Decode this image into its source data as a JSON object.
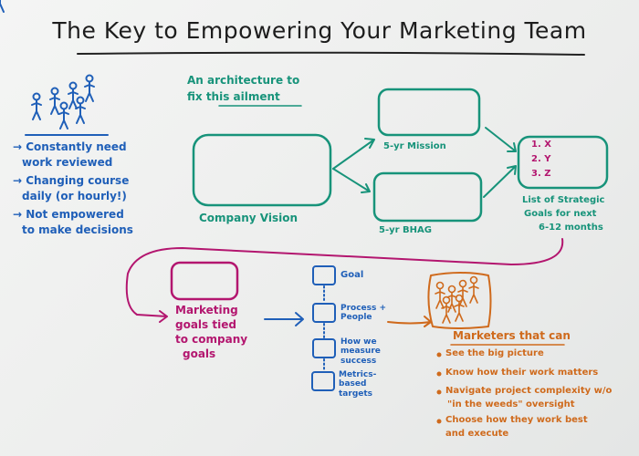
{
  "title": "The Key to Empowering Your Marketing Team",
  "colors": {
    "teal": "#17937a",
    "blue": "#1f5fb8",
    "magenta": "#b3166f",
    "orange": "#cf6a1c",
    "black": "#1d1d1d"
  },
  "problems": {
    "icon": "stick-figure-group-icon",
    "items": [
      "→ Constantly need",
      "work reviewed",
      "→ Changing course",
      "daily (or hourly!)",
      "→ Not empowered",
      "to make decisions"
    ]
  },
  "architecture": {
    "heading": [
      "An architecture to",
      "fix this ailment"
    ],
    "vision_label": "Company Vision",
    "mission_label": "5-yr Mission",
    "bhag_label": "5-yr BHAG",
    "goals_list": [
      "1. X",
      "2. Y",
      "3. Z"
    ],
    "goals_caption": [
      "List of Strategic",
      "Goals for next",
      "6-12 months"
    ]
  },
  "marketing": {
    "caption": [
      "Marketing",
      "goals tied",
      "to company",
      "goals"
    ],
    "steps": [
      "Goal",
      "Process + People",
      "How we measure success",
      "Metrics-based targets"
    ]
  },
  "marketers": {
    "icon": "stick-figure-group-icon",
    "heading": "Marketers that can",
    "bullets": [
      "See the big picture",
      "Know how their work matters",
      "Navigate project complexity w/o",
      "\"in the weeds\" oversight",
      "Choose how they work best",
      "and execute"
    ]
  }
}
